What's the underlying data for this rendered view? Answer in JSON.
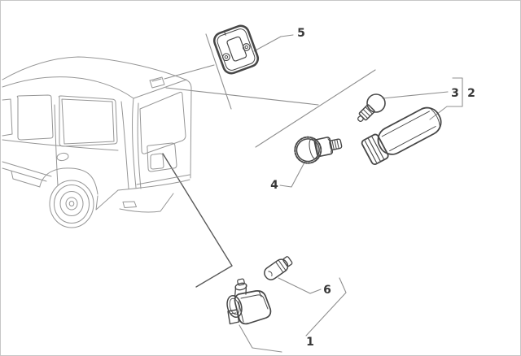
{
  "diagram": {
    "type": "exploded-parts-diagram",
    "subject": "van rear lamps and bulbs",
    "callouts": [
      {
        "label": "1"
      },
      {
        "label": "2"
      },
      {
        "label": "3"
      },
      {
        "label": "4"
      },
      {
        "label": "5"
      },
      {
        "label": "6"
      }
    ],
    "colors": {
      "background": "#ffffff",
      "border": "#c6c6c6",
      "van_line": "#969696",
      "part_line": "#474747",
      "leader_line": "#8f8f8f",
      "label_text": "#383838"
    }
  }
}
